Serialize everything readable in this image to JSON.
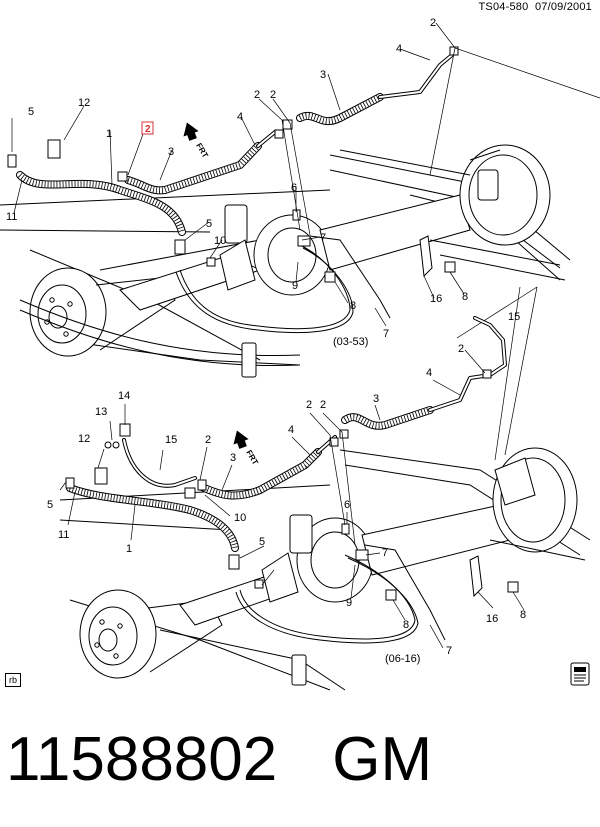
{
  "header": {
    "code": "TS04-580",
    "date": "07/09/2001"
  },
  "variants": [
    {
      "code": "(03-53)"
    },
    {
      "code": "(06-16)"
    }
  ],
  "callouts_top": [
    "1",
    "2",
    "2",
    "2",
    "3",
    "3",
    "4",
    "4",
    "5",
    "5",
    "6",
    "7",
    "7",
    "8",
    "8",
    "9",
    "10",
    "11",
    "12",
    "16"
  ],
  "callouts_bottom": [
    "1",
    "2",
    "2",
    "2",
    "3",
    "3",
    "4",
    "4",
    "5",
    "5",
    "6",
    "7",
    "7",
    "8",
    "8",
    "9",
    "10",
    "11",
    "12",
    "13",
    "14",
    "15",
    "15",
    "16",
    "2"
  ],
  "highlighted_callout": "2",
  "front_arrow_label": "FRT",
  "corner_tag": "rb",
  "footer": {
    "part_number": "11588802",
    "brand": "GM"
  },
  "icons": [
    "front-arrow-icon",
    "highlight-box-icon",
    "document-icon"
  ]
}
